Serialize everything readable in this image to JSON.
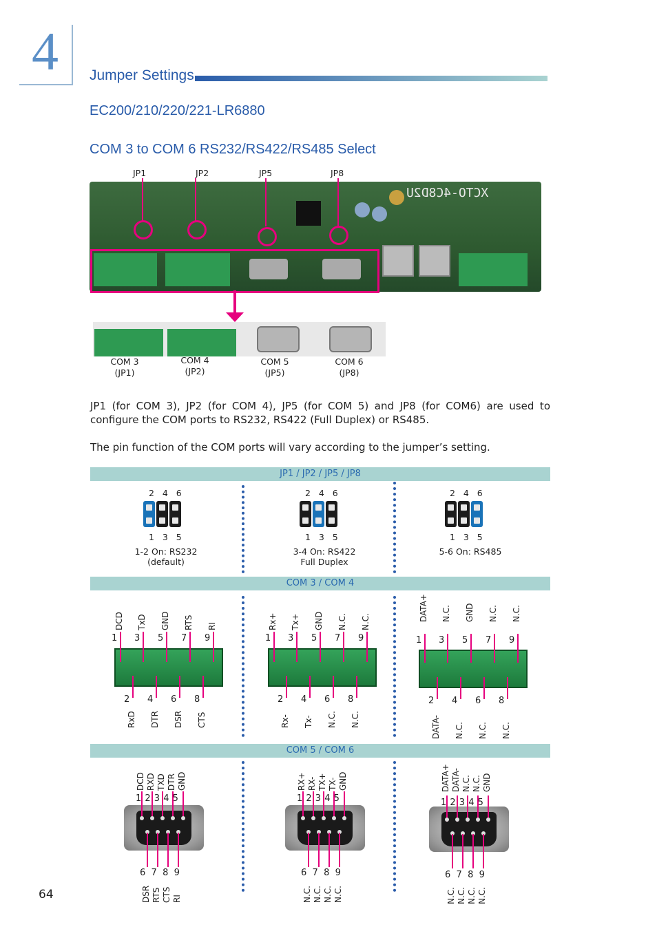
{
  "chapter_number": "4",
  "section_title": "Jumper Settings",
  "model": "EC200/210/220/221-LR6880",
  "subtitle": "COM 3 to COM 6 RS232/RS422/RS485 Select",
  "board": {
    "labels": [
      "JP1",
      "JP2",
      "JP5",
      "JP8"
    ],
    "silk": "XCTO-4C8D2U"
  },
  "ports": [
    {
      "name": "COM 3",
      "jp": "(JP1)"
    },
    {
      "name": "COM 4",
      "jp": "(JP2)"
    },
    {
      "name": "COM 5",
      "jp": "(JP5)"
    },
    {
      "name": "COM 6",
      "jp": "(JP8)"
    }
  ],
  "paragraph1": "JP1 (for COM 3), JP2 (for COM 4), JP5 (for COM 5) and JP8 (for COM6) are used to configure the COM ports to RS232, RS422 (Full Duplex) or RS485.",
  "paragraph2": "The pin function of the COM ports will vary according to the jumper’s setting.",
  "bars": {
    "jumper": "JP1 / JP2 / JP5 / JP8",
    "com34": "COM 3 / COM 4",
    "com56": "COM 5 / COM 6"
  },
  "jumpers": [
    {
      "top": "2   4   6",
      "bottom": "1   3   5",
      "label1": "1-2 On: RS232",
      "label2": "(default)"
    },
    {
      "top": "2   4   6",
      "bottom": "1   3   5",
      "label1": "3-4 On: RS422",
      "label2": "Full Duplex"
    },
    {
      "top": "2   4   6",
      "bottom": "1   3   5",
      "label1": "5-6 On: RS485",
      "label2": ""
    }
  ],
  "terminal_numbers": {
    "odd": [
      "1",
      "3",
      "5",
      "7",
      "9"
    ],
    "even": [
      "2",
      "4",
      "6",
      "8"
    ]
  },
  "terminal_pins": [
    {
      "top": [
        "DCD",
        "TxD",
        "GND",
        "RTS",
        "RI"
      ],
      "bottom": [
        "RxD",
        "DTR",
        "DSR",
        "CTS"
      ]
    },
    {
      "top": [
        "Rx+",
        "Tx+",
        "GND",
        "N.C.",
        "N.C."
      ],
      "bottom": [
        "Rx-",
        "Tx-",
        "N.C.",
        "N.C."
      ]
    },
    {
      "top": [
        "DATA+",
        "N.C.",
        "GND",
        "N.C.",
        "N.C."
      ],
      "bottom": [
        "DATA-",
        "N.C.",
        "N.C.",
        "N.C."
      ]
    }
  ],
  "db9_numbers": {
    "top": "1 2 3 4 5",
    "bottom": "6  7  8  9"
  },
  "db9_pins": [
    {
      "top": [
        "DCD",
        "RXD",
        "TXD",
        "DTR",
        "GND"
      ],
      "bottom": [
        "DSR",
        "RTS",
        "CTS",
        "RI"
      ]
    },
    {
      "top": [
        "RX+",
        "RX-",
        "TX+",
        "TX-",
        "GND"
      ],
      "bottom": [
        "N.C.",
        "N.C.",
        "N.C.",
        "N.C."
      ]
    },
    {
      "top": [
        "DATA+",
        "DATA-",
        "N.C.",
        "N.C.",
        "GND"
      ],
      "bottom": [
        "N.C.",
        "N.C.",
        "N.C.",
        "N.C."
      ]
    }
  ],
  "page_number": "64"
}
